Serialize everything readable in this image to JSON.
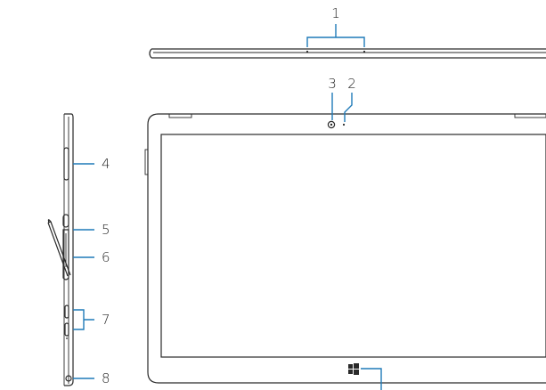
{
  "callouts": [
    {
      "id": "1",
      "label": "1"
    },
    {
      "id": "2",
      "label": "2"
    },
    {
      "id": "3",
      "label": "3"
    },
    {
      "id": "4",
      "label": "4"
    },
    {
      "id": "5",
      "label": "5"
    },
    {
      "id": "6",
      "label": "6"
    },
    {
      "id": "7",
      "label": "7"
    },
    {
      "id": "8",
      "label": "8"
    }
  ],
  "colors": {
    "leader": "#1f7ab8",
    "outline": "#2a2a2a",
    "text": "#222222"
  }
}
